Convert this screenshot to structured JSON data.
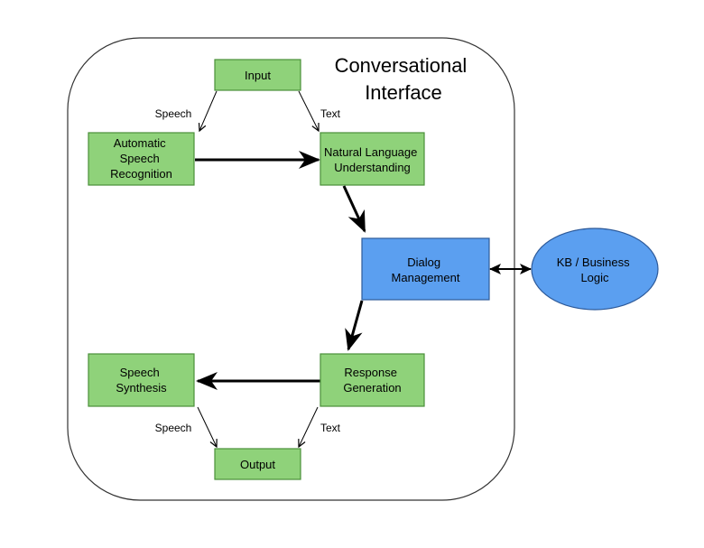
{
  "diagram": {
    "frame_title": [
      "Conversational",
      "Interface"
    ],
    "colors": {
      "green_fill": "#8fd27a",
      "green_stroke": "#4a8f3a",
      "blue_fill": "#5b9ff0",
      "blue_stroke": "#2d5a9a",
      "line": "#000000",
      "frame_stroke": "#333333"
    },
    "nodes": {
      "input": "Input",
      "asr": [
        "Automatic",
        "Speech",
        "Recognition"
      ],
      "nlu": [
        "Natural Language",
        "Understanding"
      ],
      "dialog": [
        "Dialog",
        "Management"
      ],
      "kb": [
        "KB / Business",
        "Logic"
      ],
      "response": [
        "Response",
        "Generation"
      ],
      "synthesis": [
        "Speech",
        "Synthesis"
      ],
      "output": "Output"
    },
    "edge_labels": {
      "input_speech": "Speech",
      "input_text": "Text",
      "output_speech": "Speech",
      "output_text": "Text"
    }
  }
}
